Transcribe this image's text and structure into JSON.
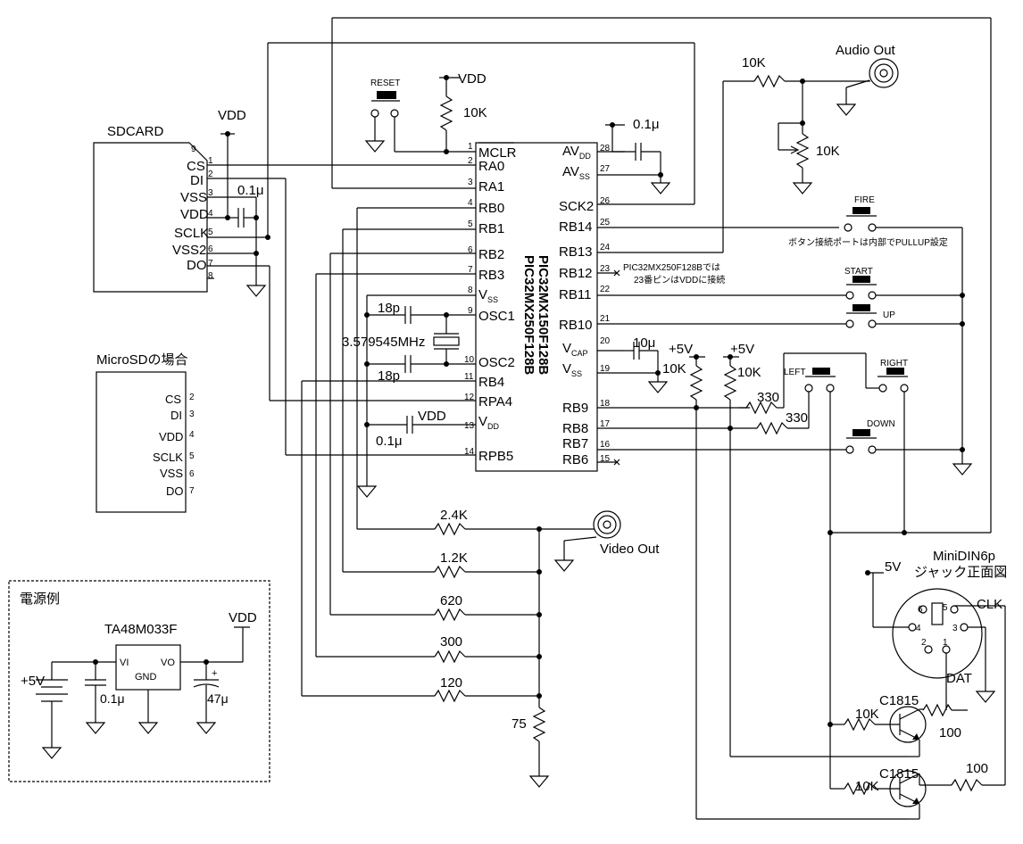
{
  "sdcard": {
    "title": "SDCARD",
    "pins": [
      "CS",
      "DI",
      "VSS",
      "VDD",
      "SCLK",
      "VSS2",
      "DO"
    ],
    "pin_numbers": [
      "9",
      "1",
      "2",
      "3",
      "4",
      "5",
      "6",
      "7",
      "8"
    ]
  },
  "microsd": {
    "title": "MicroSDの場合",
    "pins": [
      "CS",
      "DI",
      "VDD",
      "SCLK",
      "VSS",
      "DO"
    ],
    "pin_numbers": [
      "2",
      "3",
      "4",
      "5",
      "6",
      "7"
    ]
  },
  "power": {
    "title": "電源例",
    "regulator": "TA48M033F",
    "vi": "VI",
    "vo": "VO",
    "gnd": "GND",
    "input": "+5V",
    "output": "VDD",
    "c_in": "0.1μ",
    "c_out": "47μ",
    "plus": "+"
  },
  "mcu": {
    "name1": "PIC32MX150F128B",
    "name2": "PIC32MX250F128B",
    "left_pins": [
      {
        "n": "1",
        "label": "MCLR"
      },
      {
        "n": "2",
        "label": "RA0"
      },
      {
        "n": "3",
        "label": "RA1"
      },
      {
        "n": "4",
        "label": "RB0"
      },
      {
        "n": "5",
        "label": "RB1"
      },
      {
        "n": "6",
        "label": "RB2"
      },
      {
        "n": "7",
        "label": "RB3"
      },
      {
        "n": "8",
        "label": "V"
      },
      {
        "n": "9",
        "label": "OSC1"
      },
      {
        "n": "10",
        "label": "OSC2"
      },
      {
        "n": "11",
        "label": "RB4"
      },
      {
        "n": "12",
        "label": "RPA4"
      },
      {
        "n": "13",
        "label": "V"
      },
      {
        "n": "14",
        "label": "RPB5"
      }
    ],
    "right_pins": [
      {
        "n": "28",
        "label": "AV"
      },
      {
        "n": "27",
        "label": "AV"
      },
      {
        "n": "26",
        "label": "SCK2"
      },
      {
        "n": "25",
        "label": "RB14"
      },
      {
        "n": "24",
        "label": "RB13"
      },
      {
        "n": "23",
        "label": "RB12"
      },
      {
        "n": "22",
        "label": "RB11"
      },
      {
        "n": "21",
        "label": "RB10"
      },
      {
        "n": "20",
        "label": "V"
      },
      {
        "n": "19",
        "label": "V"
      },
      {
        "n": "18",
        "label": "RB9"
      },
      {
        "n": "17",
        "label": "RB8"
      },
      {
        "n": "16",
        "label": "RB7"
      },
      {
        "n": "15",
        "label": "RB6"
      }
    ],
    "sub_ss": "SS",
    "sub_dd": "DD",
    "sub_cap": "CAP"
  },
  "labels": {
    "vdd": "VDD",
    "reset": "RESET",
    "r10k": "10K",
    "c01": "0.1μ",
    "c18p": "18p",
    "xtal": "3.579545MHz",
    "c10u": "10μ",
    "p5v": "+5V",
    "audio_out": "Audio Out",
    "video_out": "Video Out",
    "r330": "330",
    "r24k": "2.4K",
    "r12k": "1.2K",
    "r620": "620",
    "r300": "300",
    "r120": "120",
    "r75": "75",
    "r100": "100",
    "fire": "FIRE",
    "start": "START",
    "up": "UP",
    "left": "LEFT",
    "right": "RIGHT",
    "down": "DOWN",
    "pullup_note": "ボタン接続ポートは内部でPULLUP設定",
    "rb12_note1": "PIC32MX250F128Bでは",
    "rb12_note2": "23番ピンはVDDに接続",
    "minidin1": "MiniDIN6p",
    "minidin2": "ジャック正面図",
    "v5": "5V",
    "clk": "CLK",
    "dat": "DAT",
    "c1815": "C1815",
    "din_pins": [
      "6",
      "5",
      "4",
      "3",
      "2",
      "1"
    ]
  }
}
